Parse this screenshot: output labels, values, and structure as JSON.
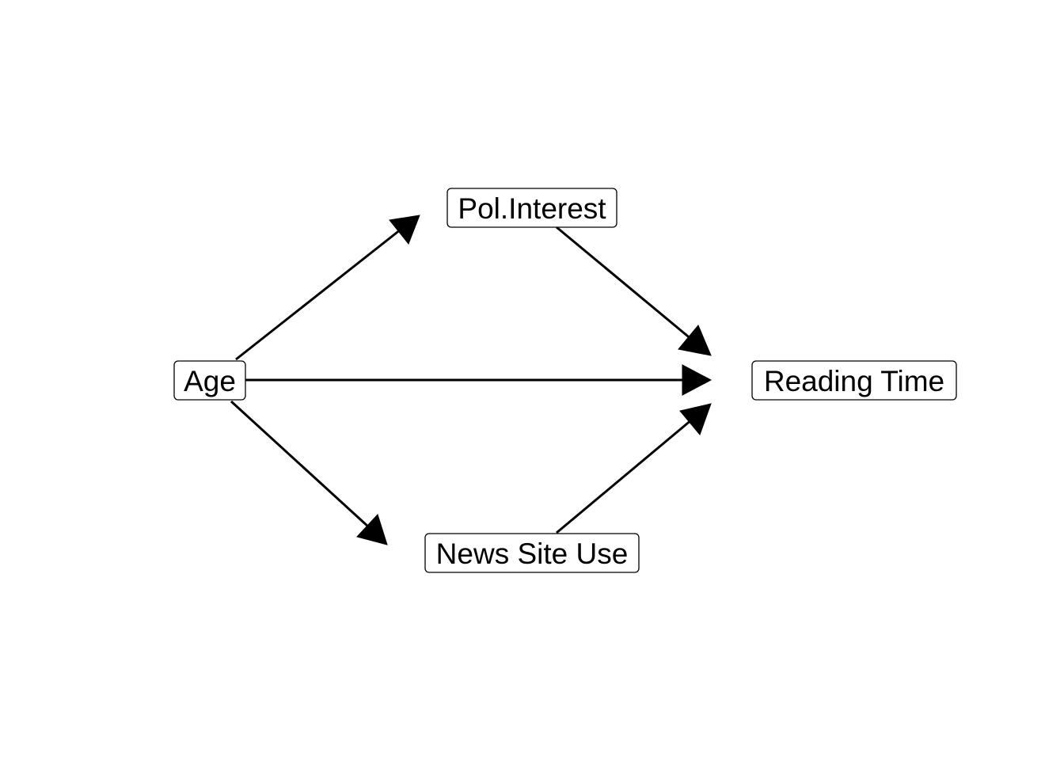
{
  "diagram": {
    "nodes": {
      "age": {
        "label": "Age"
      },
      "pol_interest": {
        "label": "Pol.Interest"
      },
      "news_site_use": {
        "label": "News Site Use"
      },
      "reading_time": {
        "label": "Reading Time"
      }
    },
    "edges": [
      {
        "from": "Age",
        "to": "Pol.Interest"
      },
      {
        "from": "Age",
        "to": "Reading Time"
      },
      {
        "from": "Age",
        "to": "News Site Use"
      },
      {
        "from": "Pol.Interest",
        "to": "Reading Time"
      },
      {
        "from": "News Site Use",
        "to": "Reading Time"
      }
    ],
    "colors": {
      "line": "#000000",
      "node_border": "#000000",
      "node_fill": "#ffffff",
      "text": "#000000",
      "background": "#ffffff"
    }
  }
}
